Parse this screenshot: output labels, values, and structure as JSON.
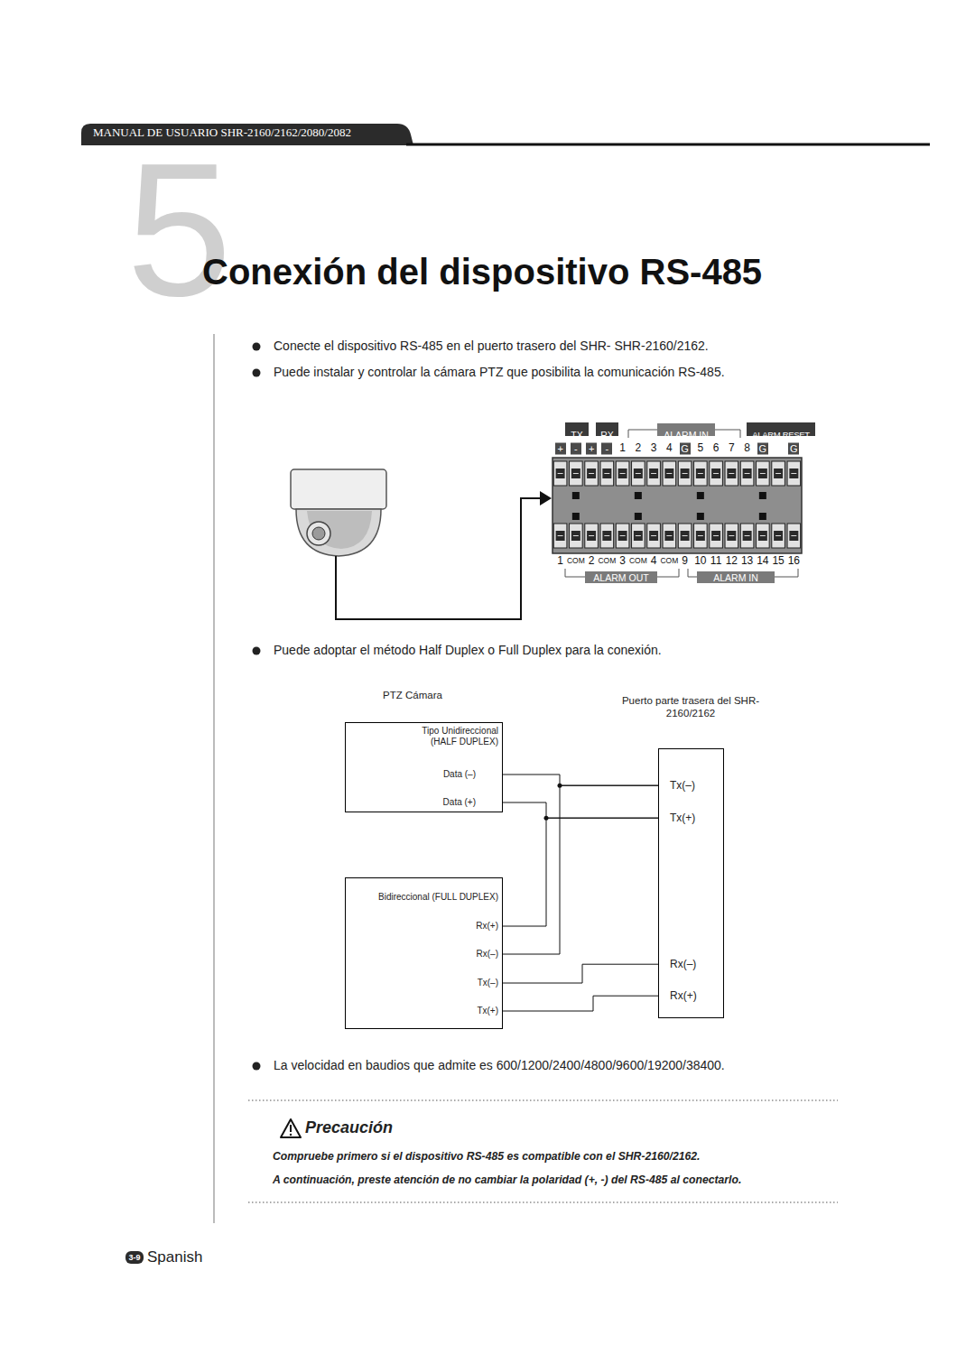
{
  "diagram": {
    "title": "Conexión del dispositivo RS-485",
    "nodes": [
      {
        "text": [
          "Tipo Unidireccional (HALF DUPLEX)",
          "Data (–)",
          "Data (+)"
        ]
      },
      {
        "text": [
          "Bidireccional (FULL DUPLEX)",
          "Rx(+)",
          "Rx(–)",
          "Tx(–)",
          "Tx(+)"
        ]
      },
      {
        "text": [
          "Puerto parte trasera del SHR-2160/2162",
          "Tx(–)",
          "Tx(+)",
          "Rx(–)",
          "Rx(+)"
        ]
      }
    ],
    "edges": [
      {
        "from": 0,
        "to": 2,
        "arrow": "none"
      },
      {
        "from": 0,
        "to": 2,
        "arrow": "none"
      },
      {
        "from": 1,
        "to": 2,
        "arrow": "none"
      },
      {
        "from": 1,
        "to": 2,
        "arrow": "none"
      },
      {
        "from": 1,
        "to": 2,
        "arrow": "none"
      },
      {
        "from": 1,
        "to": 2,
        "arrow": "none"
      }
    ],
    "labels": [
      "MANUAL DE USUARIO SHR-2160/2162/2080/2082",
      "5",
      "Conecte el dispositivo RS-485 en el puerto trasero del SHR- SHR-2160/2162.",
      "Puede instalar y controlar la cámara PTZ que posibilita la comunicación RS-485.",
      "TX",
      "RX",
      "ALARM IN",
      "ALARM RESET",
      "+",
      "-",
      "+",
      "-",
      "1",
      "2",
      "3",
      "4",
      "G",
      "5",
      "6",
      "7",
      "8",
      "G",
      "G",
      "1",
      "COM",
      "2",
      "COM",
      "3",
      "COM",
      "4",
      "COM",
      "9",
      "10",
      "11",
      "12",
      "13",
      "14",
      "15",
      "16",
      "ALARM OUT",
      "ALARM IN",
      "Puede adoptar el método Half Duplex o Full Duplex para la conexión.",
      "PTZ Cámara",
      "La velocidad en baudios que admite es 600/1200/2400/4800/9600/19200/38400.",
      "Precaución",
      "Compruebe primero si el dispositivo RS-485 es compatible con el SHR-2160/2162.",
      "A continuación, preste atención de no cambiar la polaridad (+, -) del RS-485 al conectarlo.",
      "3-9",
      "Spanish"
    ]
  }
}
